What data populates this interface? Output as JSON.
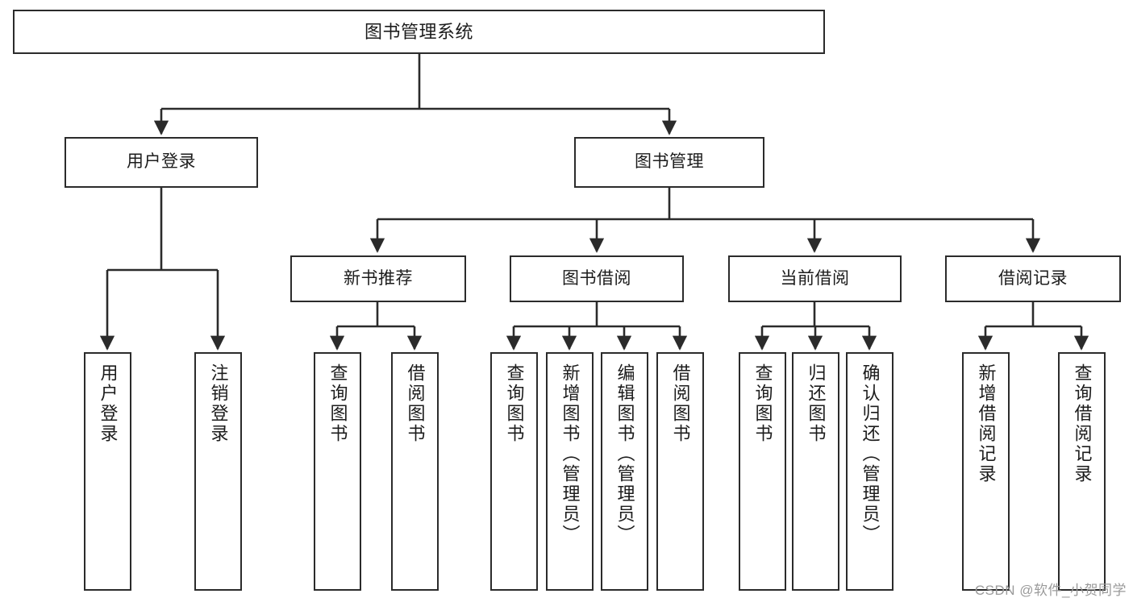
{
  "diagram": {
    "title": "图书管理系统",
    "type": "tree",
    "watermark": "CSDN @软件_小贺同学",
    "colors": {
      "box_border": "#2b2b2b",
      "box_fill": "#ffffff",
      "edge": "#2b2b2b",
      "text": "#1c1c1c",
      "watermark": "#9a9a9a",
      "background": "#ffffff"
    },
    "levels": {
      "root": [
        "图书管理系统"
      ],
      "level2": [
        "用户登录",
        "图书管理"
      ],
      "level3": [
        "新书推荐",
        "图书借阅",
        "当前借阅",
        "借阅记录"
      ],
      "leaves": [
        "用户登录",
        "注销登录",
        "查询图书",
        "借阅图书",
        "查询图书",
        "新增图书（管理员）",
        "编辑图书（管理员）",
        "借阅图书",
        "查询图书",
        "归还图书",
        "确认归还（管理员）",
        "新增借阅记录",
        "查询借阅记录"
      ]
    },
    "nodes": {
      "root": {
        "label": "图书管理系统"
      },
      "user_login": {
        "label": "用户登录"
      },
      "book_manage": {
        "label": "图书管理"
      },
      "new_book_rec": {
        "label": "新书推荐"
      },
      "book_borrow": {
        "label": "图书借阅"
      },
      "current_borrow": {
        "label": "当前借阅"
      },
      "borrow_record": {
        "label": "借阅记录"
      },
      "leaf_user_login": {
        "label": "用户登录"
      },
      "leaf_logout": {
        "label": "注销登录"
      },
      "leaf_query_book_1": {
        "label": "查询图书"
      },
      "leaf_borrow_book_1": {
        "label": "借阅图书"
      },
      "leaf_query_book_2": {
        "label": "查询图书"
      },
      "leaf_add_book": {
        "label": "新增图书（管理员）"
      },
      "leaf_edit_book": {
        "label": "编辑图书（管理员）"
      },
      "leaf_borrow_book_2": {
        "label": "借阅图书"
      },
      "leaf_query_book_3": {
        "label": "查询图书"
      },
      "leaf_return_book": {
        "label": "归还图书"
      },
      "leaf_confirm_return": {
        "label": "确认归还（管理员）"
      },
      "leaf_add_record": {
        "label": "新增借阅记录"
      },
      "leaf_query_record": {
        "label": "查询借阅记录"
      }
    },
    "edges": [
      {
        "from": "root",
        "to": "user_login"
      },
      {
        "from": "root",
        "to": "book_manage"
      },
      {
        "from": "user_login",
        "to": "leaf_user_login"
      },
      {
        "from": "user_login",
        "to": "leaf_logout"
      },
      {
        "from": "book_manage",
        "to": "new_book_rec"
      },
      {
        "from": "book_manage",
        "to": "book_borrow"
      },
      {
        "from": "book_manage",
        "to": "current_borrow"
      },
      {
        "from": "book_manage",
        "to": "borrow_record"
      },
      {
        "from": "new_book_rec",
        "to": "leaf_query_book_1"
      },
      {
        "from": "new_book_rec",
        "to": "leaf_borrow_book_1"
      },
      {
        "from": "book_borrow",
        "to": "leaf_query_book_2"
      },
      {
        "from": "book_borrow",
        "to": "leaf_add_book"
      },
      {
        "from": "book_borrow",
        "to": "leaf_edit_book"
      },
      {
        "from": "book_borrow",
        "to": "leaf_borrow_book_2"
      },
      {
        "from": "current_borrow",
        "to": "leaf_query_book_3"
      },
      {
        "from": "current_borrow",
        "to": "leaf_return_book"
      },
      {
        "from": "current_borrow",
        "to": "leaf_confirm_return"
      },
      {
        "from": "borrow_record",
        "to": "leaf_add_record"
      },
      {
        "from": "borrow_record",
        "to": "leaf_query_record"
      }
    ]
  }
}
